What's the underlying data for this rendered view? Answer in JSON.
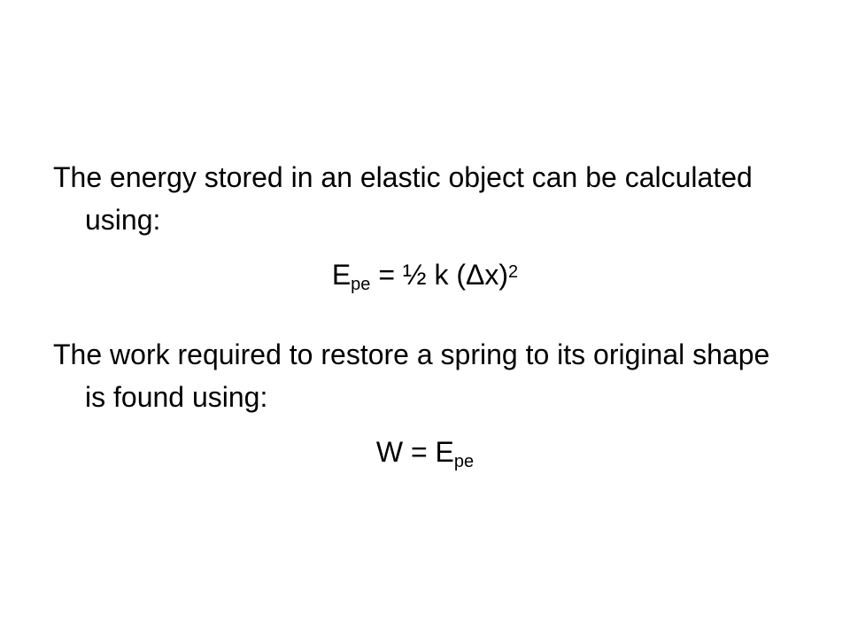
{
  "slide": {
    "paragraph1": "The energy stored in an elastic object can be calculated using:",
    "formula1": {
      "symbol": "E",
      "subscript": "pe",
      "rhs": " = ½ k (Δx)",
      "superscript": "2"
    },
    "paragraph2": "The work required to restore a spring to its original shape is found using:",
    "formula2": {
      "lhs": "W = E",
      "subscript": "pe"
    }
  }
}
